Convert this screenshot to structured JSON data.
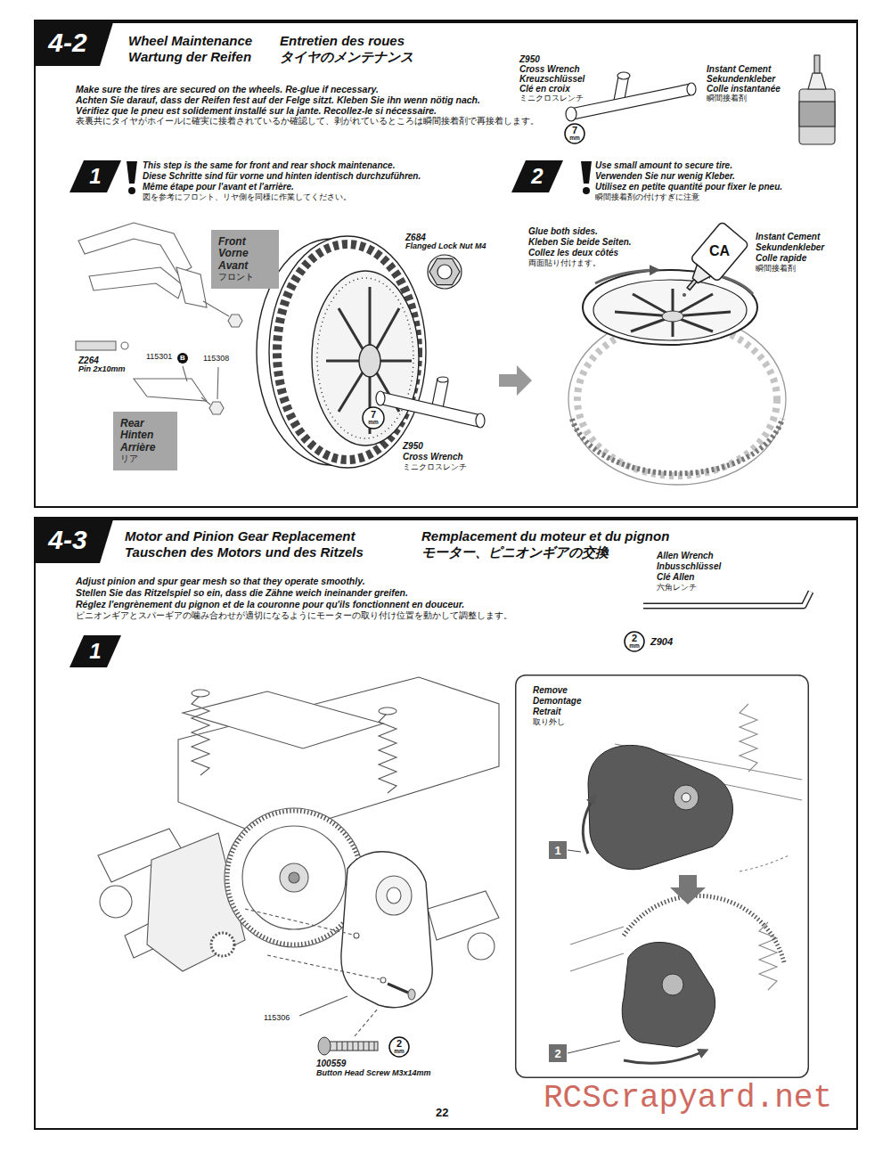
{
  "diagram": {
    "nodes": [
      {
        "text": [
          "Wheel Maintenance",
          "Wartung der Reifen",
          "Entretien des roues",
          "タイヤのメンテナンス",
          "Make sure the tires are secured on the wheels. Re-glue if necessary.",
          "Achten Sie darauf, dass der Reifen fest auf der Felge sitzt. Kleben Sie ihn wenn nötig nach.",
          "Vérifiez que le pneu est solidement installé sur la jante. Recollez-le si nécessaire.",
          "表裏共にタイヤがホイールに確実に接着されているか確認して、剥がれているところは瞬間接着剤で再接着します。"
        ]
      },
      {
        "text": [
          "4-2"
        ],
        "in": 0
      },
      {
        "text": [
          "1"
        ],
        "in": 0
      },
      {
        "text": [
          "2"
        ],
        "in": 0
      },
      {
        "text": [
          "7",
          "mm"
        ],
        "in": 0
      },
      {
        "text": [
          "Front",
          "Vorne",
          "Avant",
          "フロント"
        ],
        "in": 0
      },
      {
        "text": [
          "B"
        ],
        "in": 0
      },
      {
        "text": [
          "Rear",
          "Hinten",
          "Arrière",
          "リア"
        ],
        "in": 0
      },
      {
        "text": [
          "7",
          "mm"
        ],
        "in": 0
      },
      {
        "text": [
          "Motor and Pinion Gear Replacement",
          "Tauschen des Motors und des Ritzels",
          "Remplacement du moteur et du pignon",
          "モーター、ピニオンギアの交換",
          "Adjust pinion and spur gear mesh so that they operate smoothly.",
          "Stellen Sie das Ritzelspiel so ein, dass die Zähne weich ineinander greifen.",
          "Réglez l'engrènement du pignon et de la couronne pour qu'ils fonctionnent en douceur.",
          "ピニオンギアとスパーギアの噛み合わせが適切になるようにモーターの取り付け位置を動かして調整します。"
        ]
      },
      {
        "text": [
          "4-3"
        ],
        "in": 9
      },
      {
        "text": [
          "2",
          "mm"
        ],
        "in": 9
      },
      {
        "text": [
          "1"
        ],
        "in": 9
      },
      {
        "text": [
          "Remove",
          "Demontage",
          "Retrait",
          "取り外し"
        ],
        "in": 9
      },
      {
        "text": [
          "1"
        ],
        "in": 13
      },
      {
        "text": [
          "2"
        ],
        "in": 13
      },
      {
        "text": [
          "2",
          "mm"
        ],
        "in": 9
      }
    ],
    "labels": [
      "Z950",
      "Cross Wrench",
      "Kreuzschlüssel",
      "Clé en croix",
      "ミニクロスレンチ",
      "Instant Cement",
      "Sekundenkleber",
      "Colle instantanée",
      "瞬間接着剤",
      "This step is the same for front and rear shock maintenance.",
      "Diese Schritte sind für vorne und hinten identisch durchzuführen.",
      "Même étape pour l'avant et l'arrière.",
      "図を参考にフロント、リヤ側を同様に作業してください。",
      "Use small amount to secure tire.",
      "Verwenden Sie nur wenig Kleber.",
      "Utilisez en petite quantité pour fixer le pneu.",
      "瞬間接着剤の付けすぎに注意",
      "Z684",
      "Flanged Lock Nut M4",
      "Z264",
      "Pin 2x10mm",
      "115301",
      "115308",
      "Z950",
      "Cross Wrench",
      "ミニクロスレンチ",
      "Glue both sides.",
      "Kleben Sie beide Seiten.",
      "Collez les deux côtés",
      "両面貼り付けます。",
      "CA",
      "Instant Cement",
      "Sekundenkleber",
      "Colle rapide",
      "瞬間接着剤",
      "Allen Wrench",
      "Inbusschlüssel",
      "Clé Allen",
      "六角レンチ",
      "Z904",
      "115306",
      "100559",
      "Button Head Screw M3x14mm",
      "22",
      "RCScrapyard.net"
    ]
  }
}
